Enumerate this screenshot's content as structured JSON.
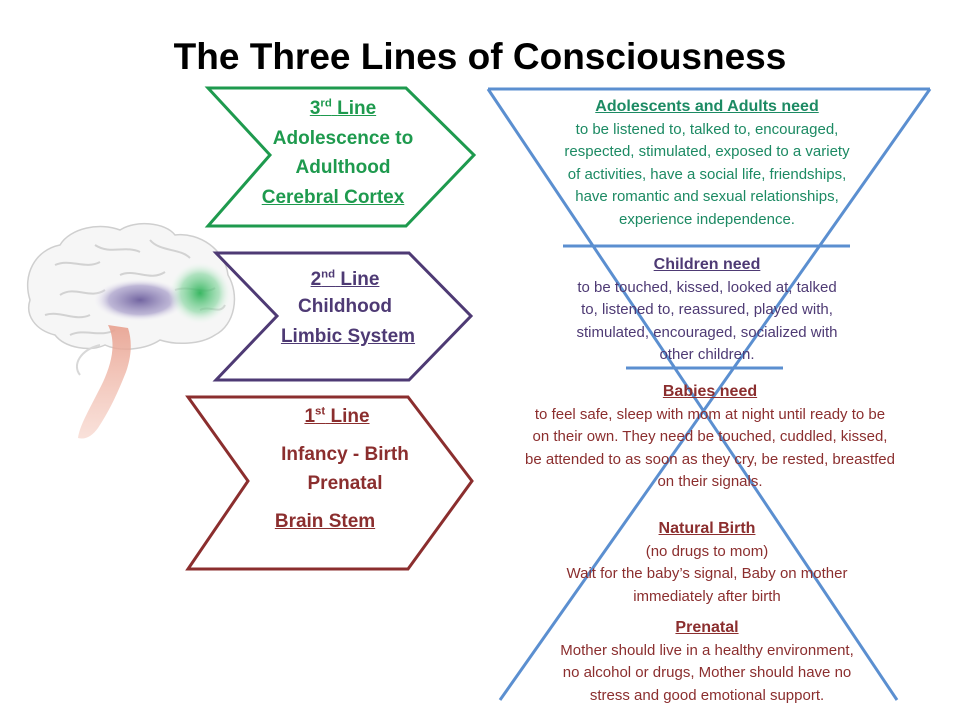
{
  "title": "The Three Lines of Consciousness",
  "arrows": {
    "third": {
      "num": "3",
      "sup": "rd",
      "line": "Line",
      "text1": "Adolescence to",
      "text2": "Adulthood",
      "region": "Cerebral Cortex"
    },
    "second": {
      "num": "2",
      "sup": "nd",
      "line": "Line",
      "text1": "Childhood",
      "region": "Limbic System"
    },
    "first": {
      "num": "1",
      "sup": "st",
      "line": "Line",
      "text1": "Infancy - Birth",
      "text2": "Prenatal",
      "region": "Brain Stem"
    }
  },
  "needs": {
    "adults": {
      "heading": "Adolescents and Adults need",
      "lines": [
        "to be listened to, talked to, encouraged,",
        "respected, stimulated, exposed to a variety",
        "of activities, have a social life, friendships,",
        "have romantic and sexual relationships,",
        "experience independence."
      ]
    },
    "children": {
      "heading": "Children need",
      "lines": [
        "to be touched, kissed, looked at, talked",
        "to, listened to, reassured, played with,",
        "stimulated, encouraged, socialized with",
        "other children."
      ]
    },
    "babies": {
      "heading": "Babies need",
      "lines": [
        "to feel safe, sleep with mom at night until ready to be",
        "on their own. They need be touched, cuddled, kissed,",
        "be attended to as soon as they cry, be rested, breastfed",
        "on their signals."
      ]
    },
    "birth": {
      "heading": "Natural Birth",
      "lines": [
        "(no drugs to mom)",
        "Wait for the baby’s signal, Baby on mother",
        "immediately after birth"
      ]
    },
    "prenatal": {
      "heading": "Prenatal",
      "lines": [
        "Mother should live in a healthy environment,",
        "no alcohol or drugs, Mother should have no",
        "stress and good emotional support."
      ]
    }
  },
  "colors": {
    "green": "#1e9a4e",
    "purple": "#4e3a74",
    "red": "#8b2e2e",
    "blue": "#5b8fd0"
  }
}
